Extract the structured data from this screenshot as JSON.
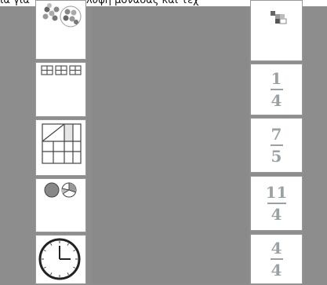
{
  "header": {
    "text": "ια για την ανακάλυψη μονάδας και τεχ"
  },
  "left_cards": [
    {
      "name": "dots-card",
      "icon": "dot-groups-icon"
    },
    {
      "name": "squares-card",
      "icon": "grid-squares-icon"
    },
    {
      "name": "rectangle-card",
      "icon": "partitioned-rectangle-icon"
    },
    {
      "name": "circles-card",
      "icon": "fraction-circles-icon"
    },
    {
      "name": "clock-card",
      "icon": "clock-icon"
    }
  ],
  "right_cards": [
    {
      "name": "puzzle-card",
      "icon": "puzzle-pieces-icon"
    },
    {
      "name": "fraction-card-1",
      "numerator": "1",
      "denominator": "4"
    },
    {
      "name": "fraction-card-2",
      "numerator": "7",
      "denominator": "5"
    },
    {
      "name": "fraction-card-3",
      "numerator": "11",
      "denominator": "4"
    },
    {
      "name": "fraction-card-4",
      "numerator": "4",
      "denominator": "4"
    }
  ]
}
